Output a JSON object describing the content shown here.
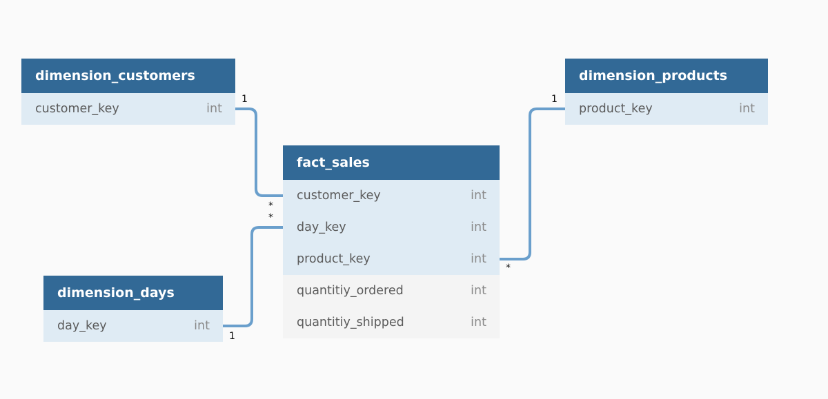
{
  "tables": {
    "dimension_customers": {
      "name": "dimension_customers",
      "columns": [
        {
          "name": "customer_key",
          "type": "int",
          "key": true
        }
      ]
    },
    "dimension_products": {
      "name": "dimension_products",
      "columns": [
        {
          "name": "product_key",
          "type": "int",
          "key": true
        }
      ]
    },
    "dimension_days": {
      "name": "dimension_days",
      "columns": [
        {
          "name": "day_key",
          "type": "int",
          "key": true
        }
      ]
    },
    "fact_sales": {
      "name": "fact_sales",
      "columns": [
        {
          "name": "customer_key",
          "type": "int",
          "key": true
        },
        {
          "name": "day_key",
          "type": "int",
          "key": true
        },
        {
          "name": "product_key",
          "type": "int",
          "key": true
        },
        {
          "name": "quantitiy_ordered",
          "type": "int",
          "key": false
        },
        {
          "name": "quantitiy_shipped",
          "type": "int",
          "key": false
        }
      ]
    }
  },
  "relationships": [
    {
      "from": "dimension_customers.customer_key",
      "to": "fact_sales.customer_key",
      "from_cardinality": "1",
      "to_cardinality": "*"
    },
    {
      "from": "dimension_days.day_key",
      "to": "fact_sales.day_key",
      "from_cardinality": "1",
      "to_cardinality": "*"
    },
    {
      "from": "dimension_products.product_key",
      "to": "fact_sales.product_key",
      "from_cardinality": "1",
      "to_cardinality": "*"
    }
  ],
  "colors": {
    "header": "#326996",
    "key_row": "#dfebf4",
    "plain_row": "#f4f4f4",
    "connector": "#6a9fcc",
    "background": "#fafafa"
  }
}
